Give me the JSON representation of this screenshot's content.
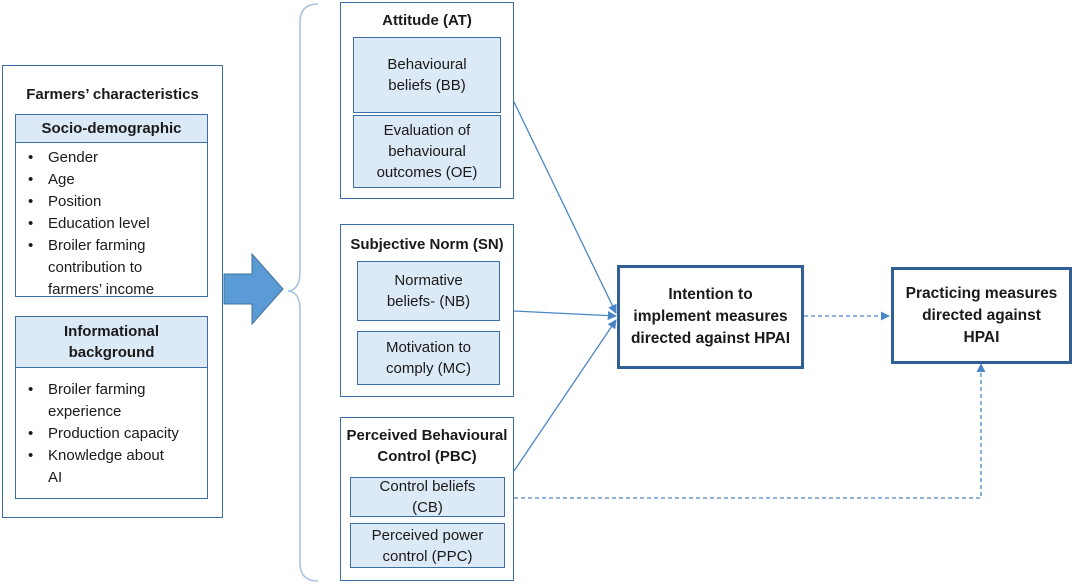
{
  "farmers": {
    "title": "Farmers’ characteristics",
    "socio": {
      "heading": "Socio-demographic",
      "items": [
        "Gender",
        "Age",
        "Position",
        "Education level",
        "Broiler farming contribution to farmers’ income"
      ]
    },
    "info": {
      "heading": "Informational background",
      "items": [
        "Broiler farming experience",
        "Production capacity",
        "Knowledge about AI"
      ]
    }
  },
  "attitude": {
    "title": "Attitude (AT)",
    "bb": "Behavioural beliefs (BB)",
    "oe": "Evaluation of behavioural outcomes (OE)"
  },
  "subjective_norm": {
    "title": "Subjective Norm (SN)",
    "nb": "Normative beliefs- (NB)",
    "mc": "Motivation to comply (MC)"
  },
  "pbc": {
    "title": "Perceived Behavioural Control (PBC)",
    "cb": "Control beliefs (CB)",
    "ppc": "Perceived power control (PPC)"
  },
  "intention": "Intention to implement measures directed against HPAI",
  "practice": "Practicing measures directed against HPAI",
  "colors": {
    "border": "#3a6ea5",
    "fill": "#dce9f6",
    "arrow": "#4a86c5",
    "arrow_fill": "#5b9bd5"
  }
}
